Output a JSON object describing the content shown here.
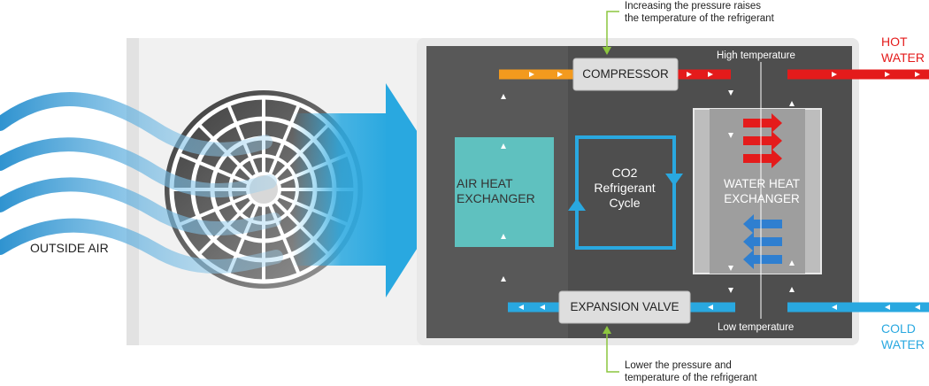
{
  "labels": {
    "outside_air": "OUTSIDE AIR",
    "compressor": "COMPRESSOR",
    "expansion_valve": "EXPANSION VALVE",
    "air_heat_exchanger": "AIR HEAT\nEXCHANGER",
    "water_heat_exchanger": "WATER HEAT\nEXCHANGER",
    "cycle": "CO2\nRefrigerant\nCycle",
    "high_temperature": "High temperature",
    "low_temperature": "Low temperature",
    "hot_water": "HOT\nWATER",
    "cold_water": "COLD\nWATER",
    "note_top": "Increasing the pressure raises\nthe temperature of the refrigerant",
    "note_bottom": "Lower the pressure and\ntemperature of the refrigerant"
  },
  "colors": {
    "hot": "#e41b1b",
    "warm": "#f39a1e",
    "cold": "#29a8e0",
    "air_hx": "#5fc1bf",
    "panel": "#5a5a5a",
    "note_pointer": "#8cc63f"
  }
}
